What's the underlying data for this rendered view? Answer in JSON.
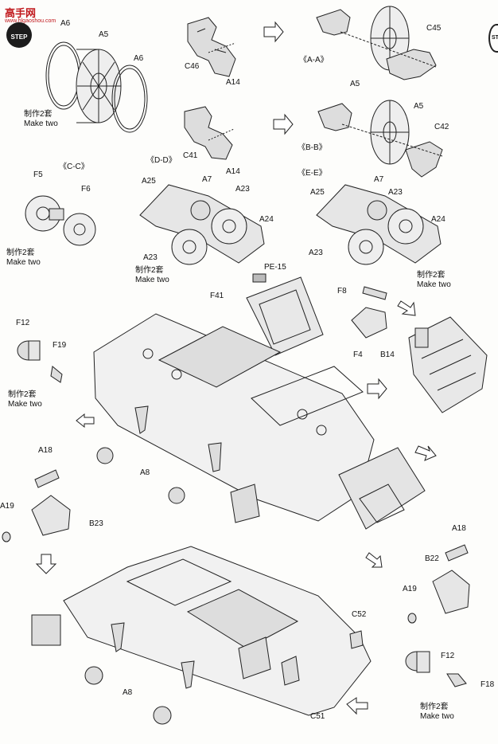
{
  "watermark": {
    "title": "高手网",
    "url": "www.hlgaoshou.com"
  },
  "step": {
    "label": "STEP",
    "next_label": "ST"
  },
  "notes": {
    "make_two_cn": "制作2套",
    "make_two_en": "Make two"
  },
  "views": {
    "aa": "《A-A》",
    "bb": "《B-B》",
    "cc": "《C-C》",
    "dd": "《D-D》",
    "ee": "《E-E》"
  },
  "parts": {
    "a5": "A5",
    "a6": "A6",
    "a7": "A7",
    "a8": "A8",
    "a14": "A14",
    "a18": "A18",
    "a19": "A19",
    "a23": "A23",
    "a24": "A24",
    "a25": "A25",
    "b14": "B14",
    "b22": "B22",
    "b23": "B23",
    "c41": "C41",
    "c42": "C42",
    "c45": "C45",
    "c46": "C46",
    "c51": "C51",
    "c52": "C52",
    "f4": "F4",
    "f5": "F5",
    "f6": "F6",
    "f8": "F8",
    "f12": "F12",
    "f18": "F18",
    "f19": "F19",
    "f41": "F41",
    "pe15": "PE-15"
  }
}
